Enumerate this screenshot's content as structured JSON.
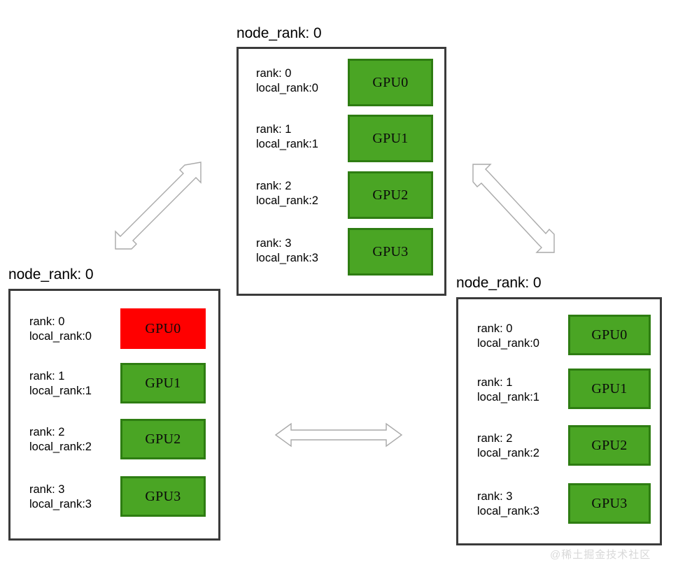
{
  "diagram": {
    "title_text": "node_rank: 0",
    "colors": {
      "gpu_green_fill": "#4aa524",
      "gpu_green_border": "#2e7d12",
      "gpu_red_fill": "#ff0000",
      "panel_border": "#3b3b3b",
      "arrow_stroke": "#a9a9a9",
      "background": "#ffffff"
    },
    "nodes": [
      {
        "id": "node-top",
        "title": "node_rank: 0",
        "gpus": [
          {
            "rank_line": "rank: 0",
            "local_rank_line": "local_rank:0",
            "gpu_label": "GPU0",
            "state": "green"
          },
          {
            "rank_line": "rank: 1",
            "local_rank_line": "local_rank:1",
            "gpu_label": "GPU1",
            "state": "green"
          },
          {
            "rank_line": "rank: 2",
            "local_rank_line": "local_rank:2",
            "gpu_label": "GPU2",
            "state": "green"
          },
          {
            "rank_line": "rank: 3",
            "local_rank_line": "local_rank:3",
            "gpu_label": "GPU3",
            "state": "green"
          }
        ]
      },
      {
        "id": "node-left",
        "title": "node_rank: 0",
        "gpus": [
          {
            "rank_line": "rank: 0",
            "local_rank_line": "local_rank:0",
            "gpu_label": "GPU0",
            "state": "red"
          },
          {
            "rank_line": "rank: 1",
            "local_rank_line": "local_rank:1",
            "gpu_label": "GPU1",
            "state": "green"
          },
          {
            "rank_line": "rank: 2",
            "local_rank_line": "local_rank:2",
            "gpu_label": "GPU2",
            "state": "green"
          },
          {
            "rank_line": "rank: 3",
            "local_rank_line": "local_rank:3",
            "gpu_label": "GPU3",
            "state": "green"
          }
        ]
      },
      {
        "id": "node-right",
        "title": "node_rank: 0",
        "gpus": [
          {
            "rank_line": "rank: 0",
            "local_rank_line": "local_rank:0",
            "gpu_label": "GPU0",
            "state": "green"
          },
          {
            "rank_line": "rank: 1",
            "local_rank_line": "local_rank:1",
            "gpu_label": "GPU1",
            "state": "green"
          },
          {
            "rank_line": "rank: 2",
            "local_rank_line": "local_rank:2",
            "gpu_label": "GPU2",
            "state": "green"
          },
          {
            "rank_line": "rank: 3",
            "local_rank_line": "local_rank:3",
            "gpu_label": "GPU3",
            "state": "green"
          }
        ]
      }
    ],
    "connectors": [
      {
        "id": "connector-left-top",
        "kind": "double-headed-arrow",
        "orientation": "diagonal-up-right"
      },
      {
        "id": "connector-top-right",
        "kind": "double-headed-arrow",
        "orientation": "diagonal-down-right"
      },
      {
        "id": "connector-left-right",
        "kind": "double-headed-arrow",
        "orientation": "horizontal"
      }
    ],
    "watermark": "@稀土掘金技术社区"
  }
}
